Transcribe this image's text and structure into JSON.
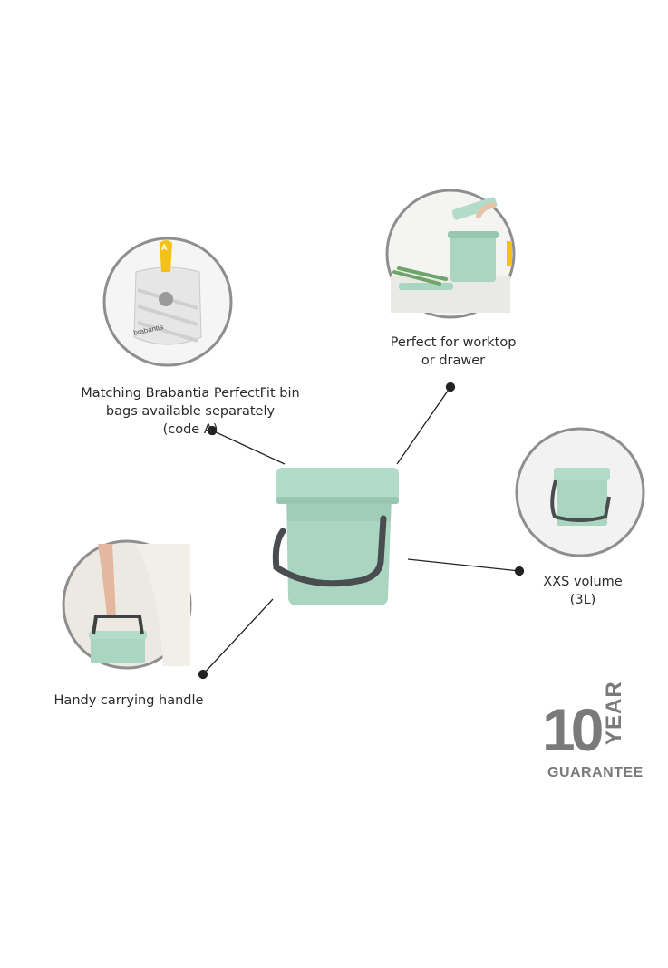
{
  "features": {
    "bags": {
      "line1": "Matching Brabantia PerfectFit bin",
      "line2": "bags available separately",
      "line3": "(code A)",
      "bag_brand": "brabantia",
      "bag_tag": "A"
    },
    "worktop": {
      "line1": "Perfect for worktop",
      "line2": "or drawer"
    },
    "volume": {
      "line1": "XXS volume",
      "line2": "(3L)"
    },
    "handle": {
      "line1": "Handy carrying handle"
    }
  },
  "guarantee": {
    "number": "10",
    "year": "YEAR",
    "word": "GUARANTEE"
  },
  "colors": {
    "bin_green": "#a8d4c0",
    "bin_green_dark": "#8fc2ac",
    "handle_grey": "#4a4d4f",
    "badge_grey": "#7a7a7a",
    "circle_border": "#8e8e8e"
  }
}
